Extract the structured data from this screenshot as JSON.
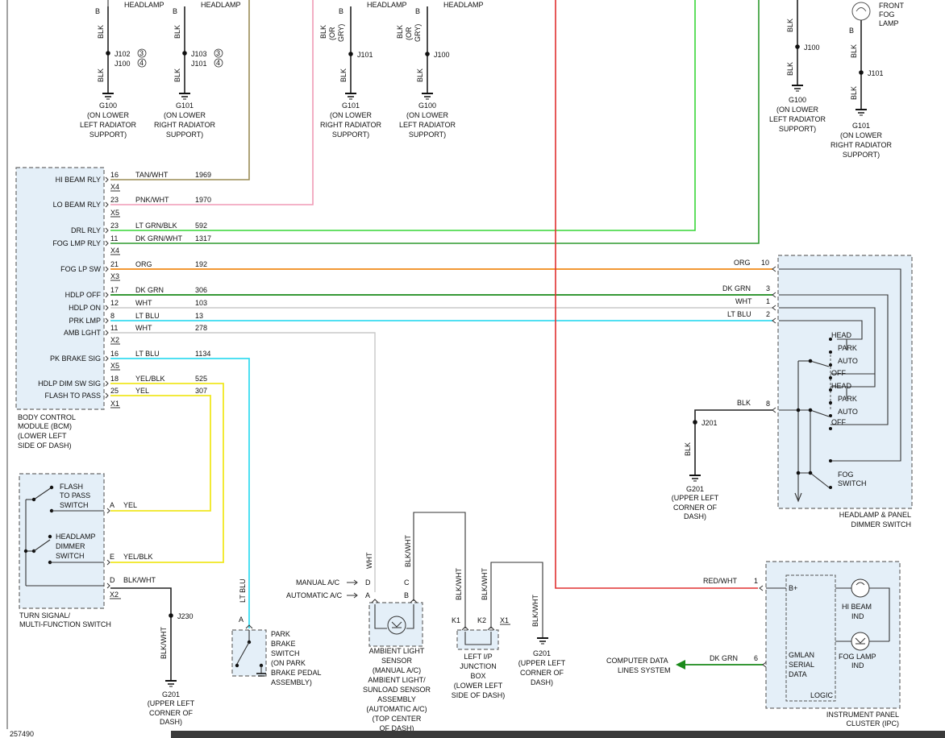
{
  "top_labels": {
    "g100_pins": "J102 ③ / J100 ④",
    "j102": "J102",
    "j102_n": "3",
    "j100a": "J100",
    "j100a_n": "4",
    "j103": "J103",
    "j103_n": "3",
    "j101a": "J101",
    "j101a_n": "4",
    "j101b": "J101",
    "j100b": "J100",
    "j100c": "J100",
    "j101c": "J101",
    "headlamp": "HEADLAMP",
    "front_fog_lamp": [
      "FRONT",
      "FOG",
      "LAMP"
    ],
    "b": "B",
    "blk": "BLK",
    "blk_or_gry": [
      "BLK",
      "(OR",
      "GRY)"
    ],
    "g100_text": [
      "G100",
      "(ON LOWER",
      "LEFT RADIATOR",
      "SUPPORT)"
    ],
    "g101_text": [
      "G101",
      "(ON LOWER",
      "RIGHT RADIATOR",
      "SUPPORT)"
    ]
  },
  "bcm": {
    "title": [
      "BODY CONTROL",
      "MODULE (BCM)",
      "(LOWER LEFT",
      "SIDE OF DASH)"
    ],
    "rows": [
      {
        "name": "HI BEAM RLY",
        "pin": "16",
        "color": "TAN/WHT",
        "circuit": "1969"
      },
      {
        "name": "LO BEAM RLY",
        "pin": "23",
        "color": "PNK/WHT",
        "circuit": "1970"
      },
      {
        "name": "DRL RLY",
        "pin": "23",
        "color": "LT GRN/BLK",
        "circuit": "592"
      },
      {
        "name": "FOG LMP RLY",
        "pin": "11",
        "color": "DK GRN/WHT",
        "circuit": "1317"
      },
      {
        "name": "FOG LP SW",
        "pin": "21",
        "color": "ORG",
        "circuit": "192"
      },
      {
        "name": "HDLP OFF",
        "pin": "17",
        "color": "DK GRN",
        "circuit": "306"
      },
      {
        "name": "HDLP ON",
        "pin": "12",
        "color": "WHT",
        "circuit": "103"
      },
      {
        "name": "PRK LMP",
        "pin": "8",
        "color": "LT BLU",
        "circuit": "13"
      },
      {
        "name": "AMB LGHT",
        "pin": "11",
        "color": "WHT",
        "circuit": "278"
      },
      {
        "name": "PK BRAKE SIG",
        "pin": "16",
        "color": "LT BLU",
        "circuit": "1134"
      },
      {
        "name": "HDLP DIM SW SIG",
        "pin": "18",
        "color": "YEL/BLK",
        "circuit": "525"
      },
      {
        "name": "FLASH TO PASS",
        "pin": "25",
        "color": "YEL",
        "circuit": "307"
      }
    ],
    "connectors": [
      "X4",
      "X5",
      "X4",
      "X3",
      "X2",
      "X5",
      "X1"
    ]
  },
  "headlamp_switch": {
    "title": [
      "HEADLAMP & PANEL",
      "DIMMER SWITCH"
    ],
    "pins": [
      {
        "color": "ORG",
        "pin": "10"
      },
      {
        "color": "DK GRN",
        "pin": "3"
      },
      {
        "color": "WHT",
        "pin": "1"
      },
      {
        "color": "LT BLU",
        "pin": "2"
      },
      {
        "color": "BLK",
        "pin": "8"
      }
    ],
    "positions_a": [
      "HEAD",
      "PARK",
      "AUTO",
      "OFF"
    ],
    "positions_b": [
      "HEAD",
      "PARK",
      "AUTO",
      "OFF"
    ],
    "fog": [
      "FOG",
      "SWITCH"
    ]
  },
  "ground_g201_right": {
    "splice": "J201",
    "wire": "BLK",
    "text": [
      "G201",
      "(UPPER LEFT",
      "CORNER OF",
      "DASH)"
    ]
  },
  "turn_signal": {
    "title": [
      "TURN SIGNAL/",
      "MULTI-FUNCTION SWITCH"
    ],
    "flash": [
      "FLASH",
      "TO PASS",
      "SWITCH"
    ],
    "dimmer": [
      "HEADLAMP",
      "DIMMER",
      "SWITCH"
    ],
    "pins": [
      {
        "pin": "A",
        "color": "YEL"
      },
      {
        "pin": "E",
        "color": "YEL/BLK"
      },
      {
        "pin": "D",
        "color": "BLK/WHT"
      }
    ],
    "connector": "X2"
  },
  "ground_g201_left": {
    "splice": "J230",
    "wire": "BLK/WHT",
    "text": [
      "G201",
      "(UPPER LEFT",
      "CORNER OF",
      "DASH)"
    ]
  },
  "park_brake": {
    "wire": "LT BLU",
    "pin": "A",
    "text": [
      "PARK",
      "BRAKE",
      "SWITCH",
      "(ON PARK",
      "BRAKE PEDAL",
      "ASSEMBLY)"
    ]
  },
  "ambient": {
    "manual": "MANUAL A/C",
    "automatic": "AUTOMATIC A/C",
    "pin_d": "D",
    "pin_a": "A",
    "pin_c": "C",
    "pin_b": "B",
    "wht": "WHT",
    "blkwht": "BLK/WHT",
    "text": [
      "AMBIENT LIGHT",
      "SENSOR",
      "(MANUAL A/C)",
      "AMBIENT LIGHT/",
      "SUNLOAD SENSOR",
      "ASSEMBLY",
      "(AUTOMATIC A/C)",
      "(TOP CENTER",
      "OF DASH)"
    ]
  },
  "junction": {
    "k1": "K1",
    "k2": "K2",
    "x1": "X1",
    "blkwht": "BLK/WHT",
    "text": [
      "LEFT I/P",
      "JUNCTION",
      "BOX",
      "(LOWER LEFT",
      "SIDE OF DASH)"
    ],
    "ground": [
      "G201",
      "(UPPER LEFT",
      "CORNER OF",
      "DASH)"
    ]
  },
  "ipc": {
    "title": [
      "INSTRUMENT PANEL",
      "CLUSTER (IPC)"
    ],
    "b_plus": "B+",
    "pin1_color": "RED/WHT",
    "pin1": "1",
    "pin6_color": "DK GRN",
    "pin6": "6",
    "computer": [
      "COMPUTER DATA",
      "LINES SYSTEM"
    ],
    "gmlan": [
      "GMLAN",
      "SERIAL",
      "DATA"
    ],
    "logic": "LOGIC",
    "hi_beam": [
      "HI BEAM",
      "IND"
    ],
    "fog_ind": [
      "FOG LAMP",
      "IND"
    ]
  },
  "footer_id": "257490",
  "colors": {
    "tan": "#9a8c55",
    "pink": "#f09ab5",
    "ltgrn": "#37d637",
    "dkgrn": "#2e9a2e",
    "orange": "#f08a18",
    "dkgrn2": "#1a8a1a",
    "white": "#c8c8c8",
    "ltblu": "#38dcf0",
    "yellow": "#f0e820",
    "red": "#e03030"
  }
}
